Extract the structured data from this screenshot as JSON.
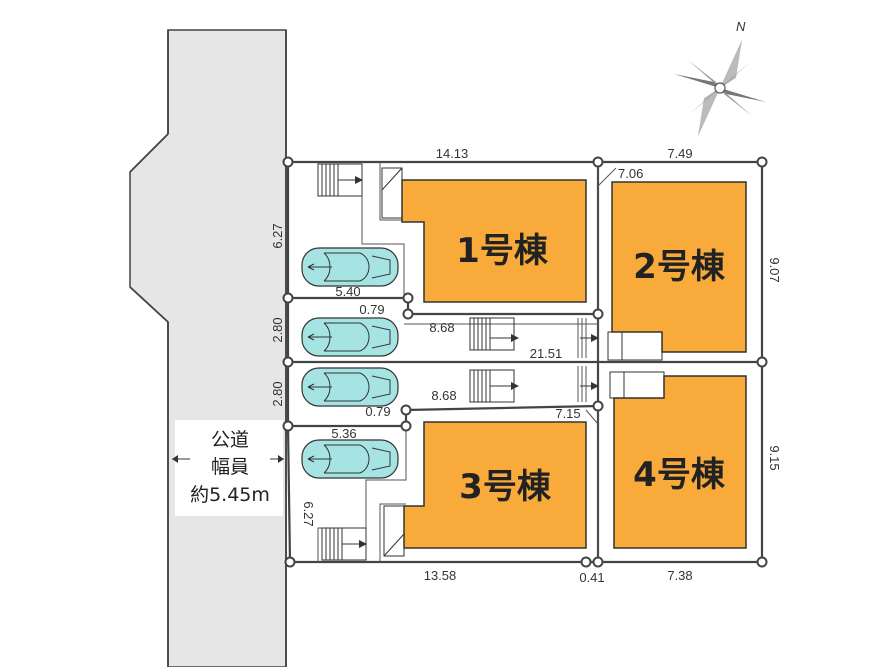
{
  "road": {
    "line1": "公道",
    "line2": "幅員",
    "line3": "約5.45m"
  },
  "compass": {
    "north": "N"
  },
  "buildings": [
    {
      "label": "1号棟",
      "color": "#f8aa3a"
    },
    {
      "label": "2号棟",
      "color": "#f8aa3a"
    },
    {
      "label": "3号棟",
      "color": "#f8aa3a"
    },
    {
      "label": "4号棟",
      "color": "#f8aa3a"
    }
  ],
  "dimensions": {
    "top_west": "14.13",
    "top_east": "7.49",
    "diag_top": "7.06",
    "west_1": "6.27",
    "lot1_bottom": "5.40",
    "gap_top": "0.79",
    "lane_top": "8.68",
    "west_2": "2.80",
    "center": "21.51",
    "west_3": "2.80",
    "lane_bottom": "8.68",
    "gap_bottom": "0.79",
    "diag_bottom": "7.15",
    "lot3_top": "5.36",
    "west_4": "6.27",
    "bottom_west": "13.58",
    "bottom_mid": "0.41",
    "bottom_east": "7.38",
    "east_2": "9.07",
    "east_4": "9.15"
  },
  "colors": {
    "road": "#e6e6e6",
    "building": "#f8aa3a",
    "car": "#a6e4e4"
  }
}
